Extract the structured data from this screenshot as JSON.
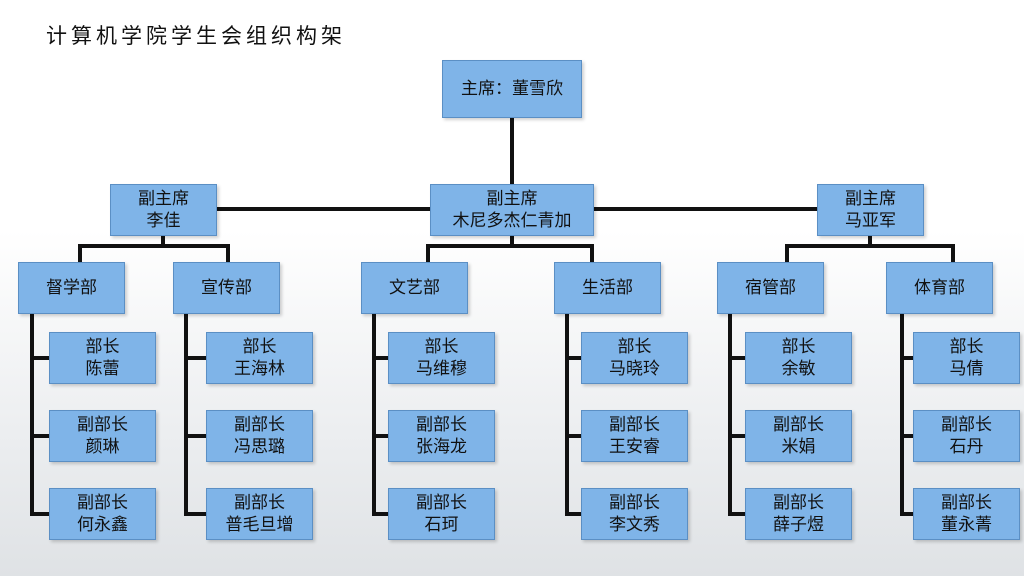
{
  "title": "计算机学院学生会组织构架",
  "colors": {
    "box_fill": "#7fb4e8",
    "box_border": "#5b8fc4",
    "line": "#111111"
  },
  "chairman": {
    "role": "主席：董雪欣"
  },
  "vice_chairs": [
    {
      "role": "副主席",
      "name": "李佳"
    },
    {
      "role": "副主席",
      "name": "木尼多杰仁青加"
    },
    {
      "role": "副主席",
      "name": "马亚军"
    }
  ],
  "departments": [
    {
      "name": "督学部",
      "members": [
        {
          "title": "部长",
          "name": "陈蕾"
        },
        {
          "title": "副部长",
          "name": "颜琳"
        },
        {
          "title": "副部长",
          "name": "何永鑫"
        }
      ]
    },
    {
      "name": "宣传部",
      "members": [
        {
          "title": "部长",
          "name": "王海林"
        },
        {
          "title": "副部长",
          "name": "冯思璐"
        },
        {
          "title": "副部长",
          "name": "普毛旦增"
        }
      ]
    },
    {
      "name": "文艺部",
      "members": [
        {
          "title": "部长",
          "name": "马维穆"
        },
        {
          "title": "副部长",
          "name": "张海龙"
        },
        {
          "title": "副部长",
          "name": "石珂"
        }
      ]
    },
    {
      "name": "生活部",
      "members": [
        {
          "title": "部长",
          "name": "马晓玲"
        },
        {
          "title": "副部长",
          "name": "王安睿"
        },
        {
          "title": "副部长",
          "name": "李文秀"
        }
      ]
    },
    {
      "name": "宿管部",
      "members": [
        {
          "title": "部长",
          "name": "余敏"
        },
        {
          "title": "副部长",
          "name": "米娟"
        },
        {
          "title": "副部长",
          "name": "薛子煜"
        }
      ]
    },
    {
      "name": "体育部",
      "members": [
        {
          "title": "部长",
          "name": "马倩"
        },
        {
          "title": "副部长",
          "name": "石丹"
        },
        {
          "title": "副部长",
          "name": "董永菁"
        }
      ]
    }
  ]
}
